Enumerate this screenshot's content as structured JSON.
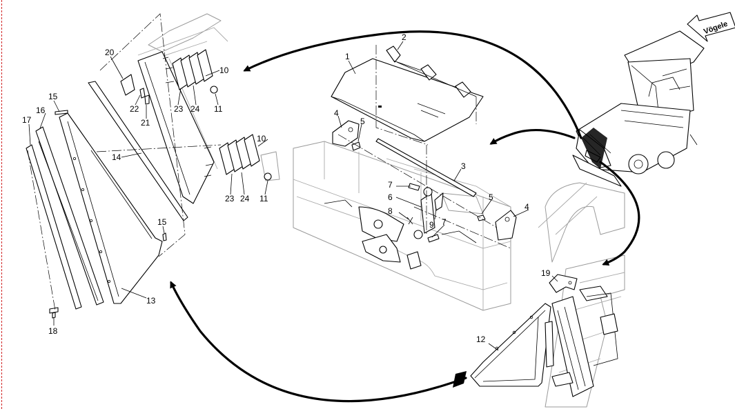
{
  "brand": {
    "logo_text": "Vögele"
  },
  "callouts": {
    "c1": "1",
    "c2": "2",
    "c3": "3",
    "c4a": "4",
    "c4b": "4",
    "c5a": "5",
    "c5b": "5",
    "c6": "6",
    "c7a": "7",
    "c7b": "7",
    "c8": "8",
    "c9": "9",
    "c10a": "10",
    "c10b": "10",
    "c11a": "11",
    "c11b": "11",
    "c12": "12",
    "c13": "13",
    "c14": "14",
    "c15a": "15",
    "c15b": "15",
    "c16": "16",
    "c17": "17",
    "c18": "18",
    "c19": "19",
    "c20": "20",
    "c21": "21",
    "c22": "22",
    "c23a": "23",
    "c23b": "23",
    "c24a": "24",
    "c24b": "24"
  }
}
